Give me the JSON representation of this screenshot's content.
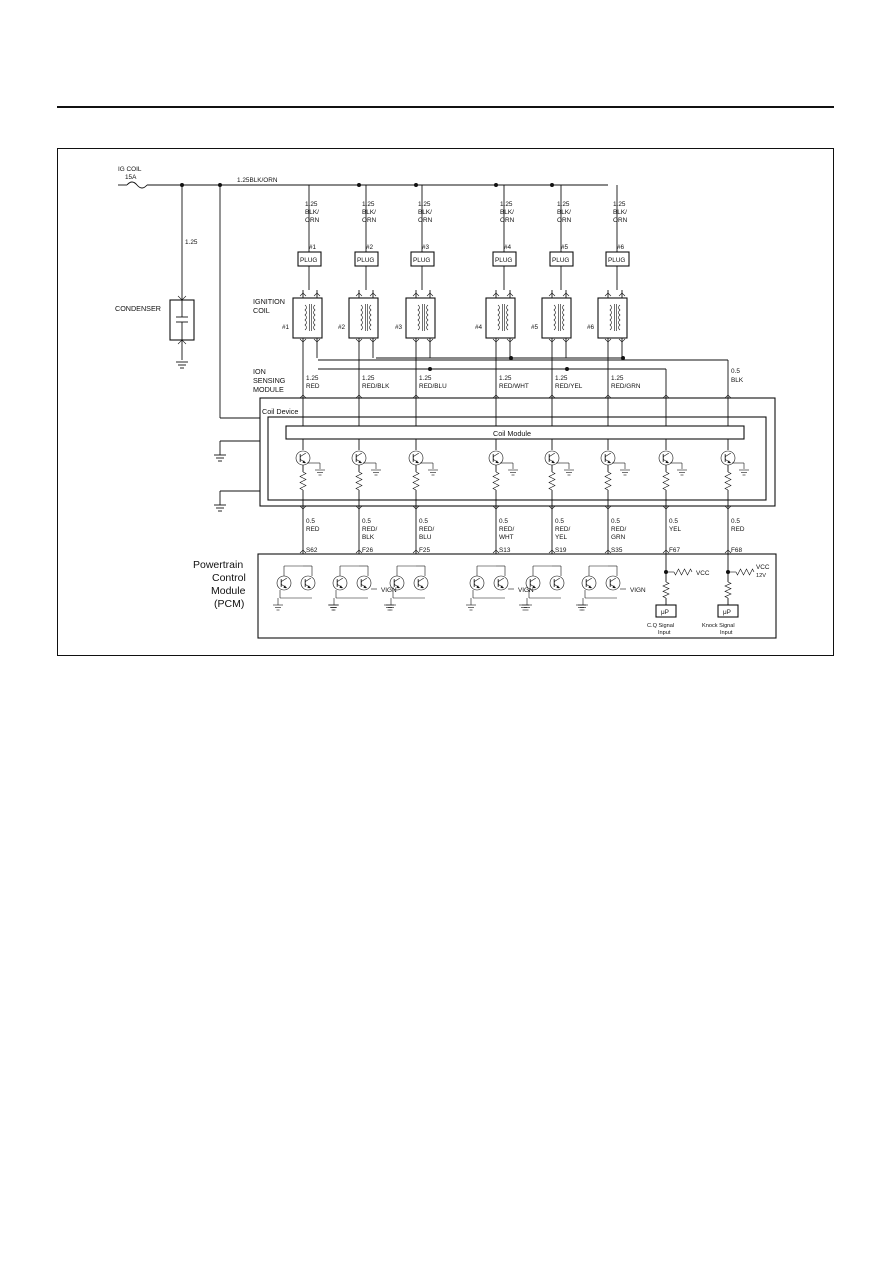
{
  "supply": {
    "ig_coil": "IG COIL",
    "fuse": "15A",
    "main_wire": "1.25BLK/ORN",
    "condenser_wire": "1.25",
    "condenser": "CONDENSER"
  },
  "labels": {
    "ignition_coil_1": "IGNITION",
    "ignition_coil_2": "COIL",
    "ion_1": "ION",
    "ion_2": "SENSING",
    "ion_3": "MODULE",
    "coil_device": "Coil Device",
    "coil_module": "Coil Module",
    "pcm_1": "Powertrain",
    "pcm_2": "Control",
    "pcm_3": "Module",
    "pcm_4": "(PCM)",
    "vign": "VIGN",
    "vcc": "VCC",
    "vcc12_a": "VCC",
    "vcc12_b": "12V",
    "micro": "μP",
    "cq_1": "C.Q Signal",
    "cq_2": "Input",
    "knock_1": "Knock Signal",
    "knock_2": "Input"
  },
  "cylinders": [
    {
      "num": "#1",
      "feed": [
        "1.25",
        "BLK/",
        "ORN"
      ],
      "plug": "PLUG",
      "ion": [
        "1.25",
        "RED"
      ],
      "out": [
        "0.5",
        "RED",
        ""
      ],
      "pin": "S62"
    },
    {
      "num": "#2",
      "feed": [
        "1.25",
        "BLK/",
        "ORN"
      ],
      "plug": "PLUG",
      "ion": [
        "1.25",
        "RED/BLK"
      ],
      "out": [
        "0.5",
        "RED/",
        "BLK"
      ],
      "pin": "F26"
    },
    {
      "num": "#3",
      "feed": [
        "1.25",
        "BLK/",
        "ORN"
      ],
      "plug": "PLUG",
      "ion": [
        "1.25",
        "RED/BLU"
      ],
      "out": [
        "0.5",
        "RED/",
        "BLU"
      ],
      "pin": "F25"
    },
    {
      "num": "#4",
      "feed": [
        "1.25",
        "BLK/",
        "ORN"
      ],
      "plug": "PLUG",
      "ion": [
        "1.25",
        "RED/WHT"
      ],
      "out": [
        "0.5",
        "RED/",
        "WHT"
      ],
      "pin": "S13"
    },
    {
      "num": "#5",
      "feed": [
        "1.25",
        "BLK/",
        "ORN"
      ],
      "plug": "PLUG",
      "ion": [
        "1.25",
        "RED/YEL"
      ],
      "out": [
        "0.5",
        "RED/",
        "YEL"
      ],
      "pin": "S19"
    },
    {
      "num": "#6",
      "feed": [
        "1.25",
        "BLK/",
        "ORN"
      ],
      "plug": "PLUG",
      "ion": [
        "1.25",
        "RED/GRN"
      ],
      "out": [
        "0.5",
        "RED/",
        "GRN"
      ],
      "pin": "S35"
    }
  ],
  "aux": [
    {
      "out": [
        "0.5",
        "YEL"
      ],
      "pin": "F67"
    },
    {
      "out": [
        "0.5",
        "RED"
      ],
      "pin": "F68"
    }
  ],
  "ground_wire": [
    "0.5",
    "BLK"
  ]
}
